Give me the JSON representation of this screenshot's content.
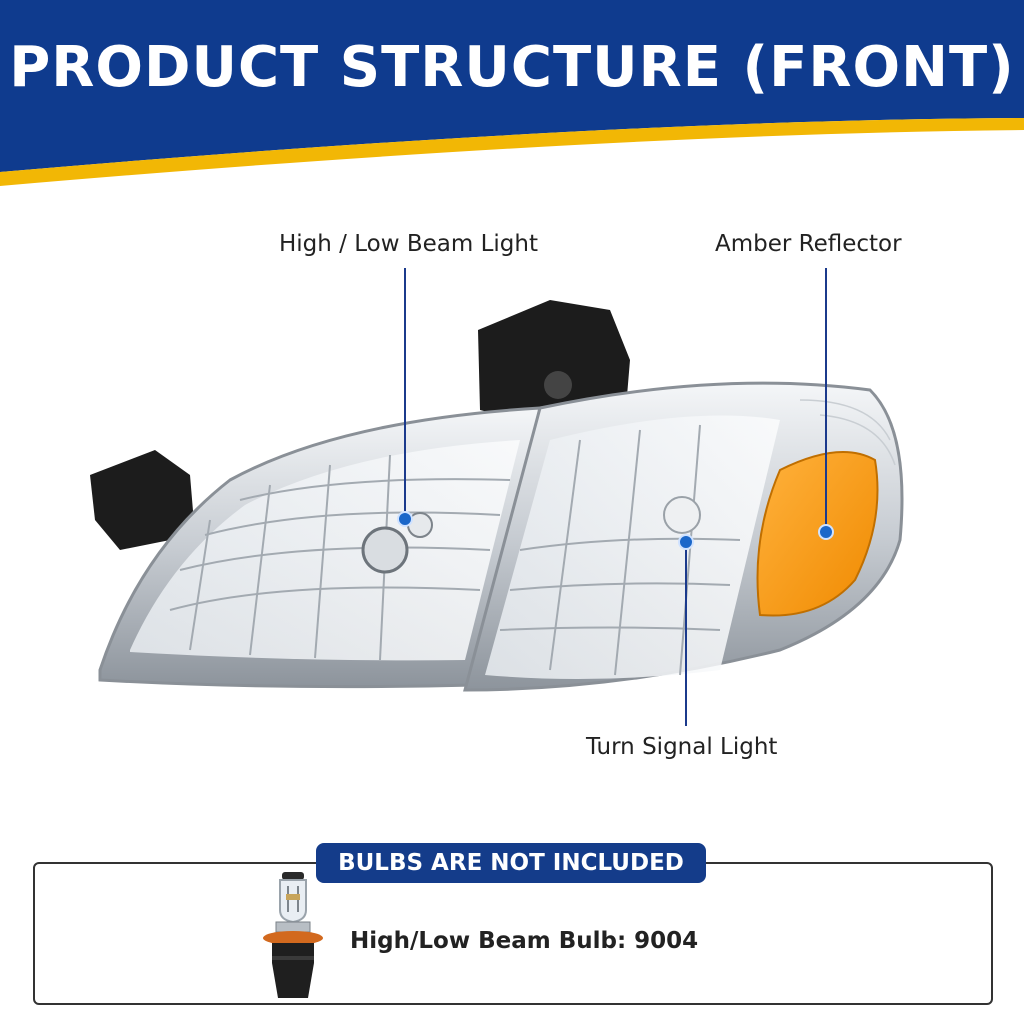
{
  "header": {
    "title": "PRODUCT STRUCTURE (FRONT)",
    "colors": {
      "band": "#0f3b8e",
      "stripe": "#f2b705"
    }
  },
  "callouts": {
    "high_low_beam": "High / Low Beam Light",
    "amber_reflector": "Amber Reflector",
    "turn_signal": "Turn Signal Light"
  },
  "bulbs": {
    "badge": "BULBS ARE NOT INCLUDED",
    "spec": "High/Low Beam Bulb: 9004",
    "icon": "bulb-9004-icon"
  }
}
